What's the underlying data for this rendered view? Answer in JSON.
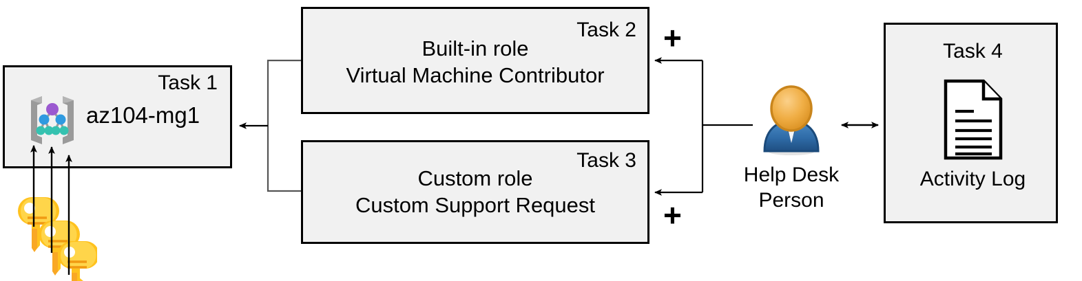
{
  "diagram": {
    "title": "Azure RBAC task diagram",
    "background": "#ffffff",
    "box_fill": "#f1f1f1",
    "box_stroke": "#000000",
    "line_color": "#000000"
  },
  "nodes": {
    "task1": {
      "tag": "Task 1",
      "label": "az104-mg1",
      "icon": "management-group-icon"
    },
    "task2": {
      "tag": "Task 2",
      "line1": "Built-in role",
      "line2": "Virtual Machine Contributor"
    },
    "task3": {
      "tag": "Task 3",
      "line1": "Custom role",
      "line2": "Custom Support Request"
    },
    "task4": {
      "tag": "Task 4",
      "label": "Activity Log",
      "icon": "document-icon"
    },
    "person": {
      "line1": "Help Desk",
      "line2": "Person",
      "icon": "user-icon"
    },
    "keys": {
      "icon": "key-icon",
      "count": 3
    }
  },
  "operators": {
    "plus_top": "+",
    "plus_bottom": "+"
  },
  "colors": {
    "key_gold": "#ffc21e",
    "key_amber": "#f9a825",
    "person_head": "#e8a033",
    "person_body": "#2b6cb0",
    "mg_bracket": "#9a9a9a",
    "mg_root": "#9b59d0",
    "mg_mid": "#2f9ae0",
    "mg_leaf": "#35c2b0"
  }
}
